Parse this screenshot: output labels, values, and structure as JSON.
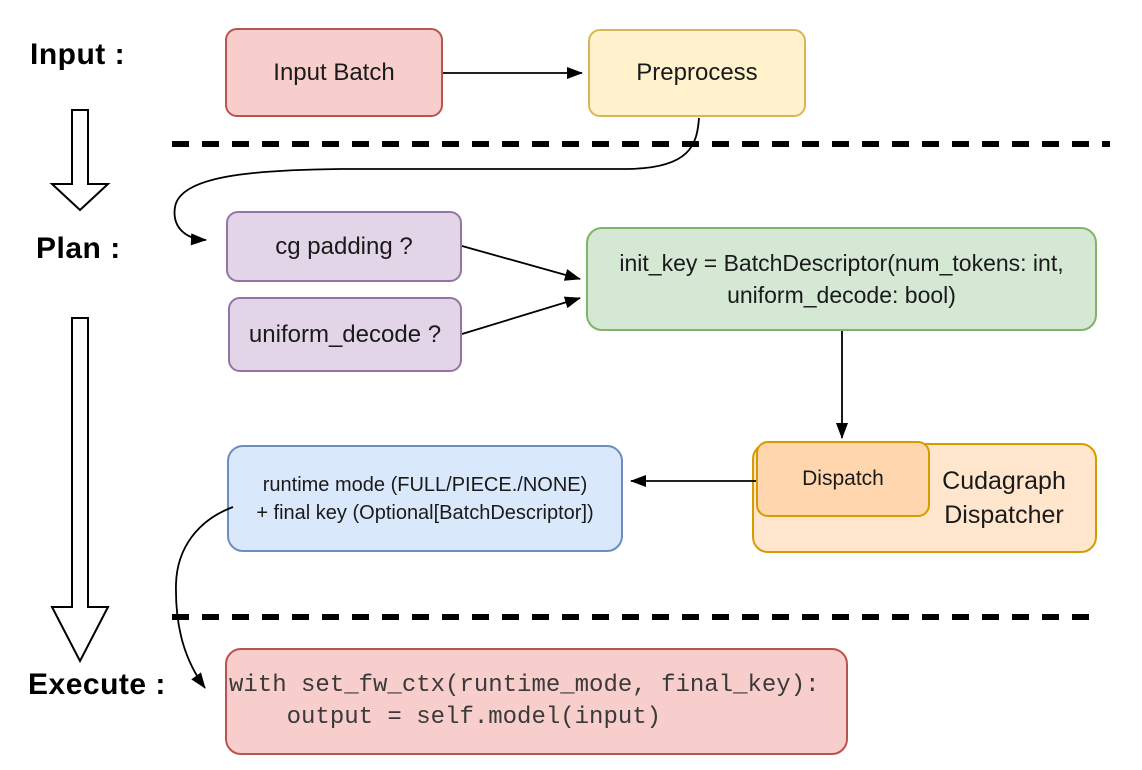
{
  "stages": {
    "input_label": "Input :",
    "plan_label": "Plan :",
    "execute_label": "Execute :"
  },
  "nodes": {
    "input_batch": {
      "label": "Input Batch"
    },
    "preprocess": {
      "label": "Preprocess"
    },
    "cg_padding": {
      "label": "cg padding ?"
    },
    "uniform_decode": {
      "label": "uniform_decode ?"
    },
    "init_key": {
      "line1": "init_key = BatchDescriptor(num_tokens: int,",
      "line2": "uniform_decode: bool)"
    },
    "dispatch": {
      "label": "Dispatch"
    },
    "dispatcher": {
      "line1": "Cudagraph",
      "line2": "Dispatcher"
    },
    "runtime_result": {
      "line1": "runtime mode (FULL/PIECE./NONE)",
      "line2": "+ final key (Optional[BatchDescriptor])"
    },
    "execute_code": {
      "line1": "with set_fw_ctx(runtime_mode, final_key):",
      "line2": "    output = self.model(input)"
    }
  },
  "colors": {
    "red_fill": "#f8cecc",
    "red_stroke": "#b85450",
    "yellow_fill": "#fff2cc",
    "yellow_stroke": "#d6b656",
    "purple_fill": "#e1d5e7",
    "purple_stroke": "#9673a6",
    "green_fill": "#d5e8d4",
    "green_stroke": "#82b366",
    "orange_fill": "#ffe6cc",
    "orange_stroke": "#d79b00",
    "dispatch_fill": "#ffd6ad",
    "blue_fill": "#dae8fc",
    "blue_stroke": "#6c8ebf",
    "connector": "#000000"
  }
}
